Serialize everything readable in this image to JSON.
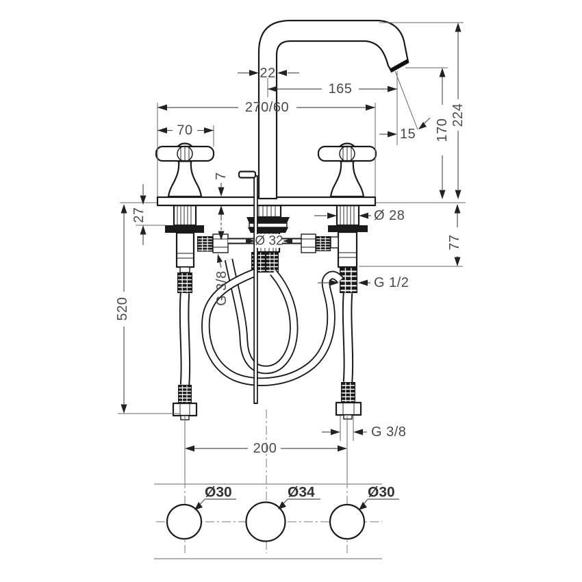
{
  "drawing": {
    "line_color": "#1a1a1a",
    "dim_color": "#4a4a4a",
    "dimensions": {
      "spout_pipe_width": "22",
      "spout_reach": "165",
      "plate_size": "270/60",
      "handle_width": "70",
      "plate_thickness": "7",
      "flange_offset": "27",
      "shank_diameter": "Ø 28",
      "center_hole_diameter": "Ø 32",
      "under_deck_depth": "77",
      "height_overall": "224",
      "spout_outlet_height": "170",
      "outlet_angle": "15",
      "valve_connection": "G 1/2",
      "hose_connection": "G 3/8",
      "hose_length": "520",
      "supply_connection": "G 3/8",
      "hole_spacing": "200"
    },
    "drill_holes": {
      "left": "Ø30",
      "center": "Ø34",
      "right": "Ø30"
    }
  }
}
